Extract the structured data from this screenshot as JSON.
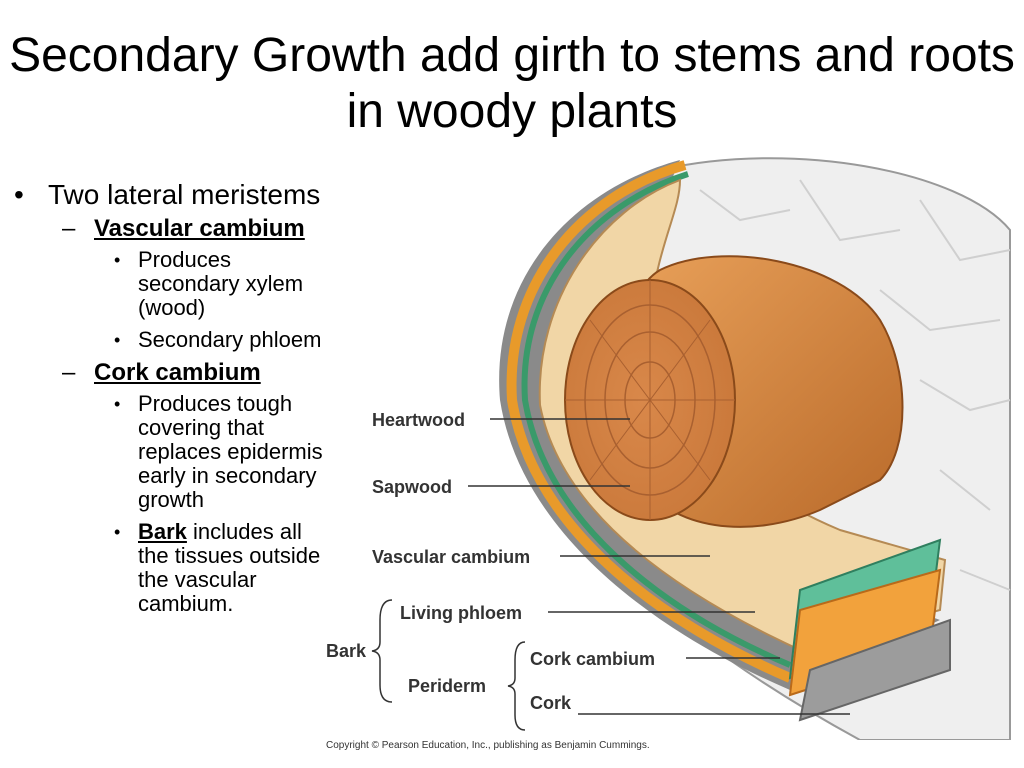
{
  "slide": {
    "title": "Secondary Growth add girth to stems and roots in woody plants",
    "bullets": {
      "b1": "Two lateral meristems",
      "vascular_cambium": "Vascular cambium",
      "vc_items": [
        "Produces secondary xylem (wood)",
        "Secondary phloem"
      ],
      "cork_cambium": "Cork cambium",
      "cc_item1": "Produces tough covering that replaces epidermis early in secondary growth",
      "bark_word": "Bark",
      "bark_rest": " includes all the tissues outside the vascular cambium."
    }
  },
  "diagram": {
    "labels": {
      "heartwood": "Heartwood",
      "sapwood": "Sapwood",
      "vascular_cambium": "Vascular cambium",
      "living_phloem": "Living phloem",
      "bark": "Bark",
      "periderm": "Periderm",
      "cork_cambium": "Cork cambium",
      "cork": "Cork"
    },
    "copyright": "Copyright © Pearson Education, Inc., publishing as Benjamin Cummings."
  }
}
